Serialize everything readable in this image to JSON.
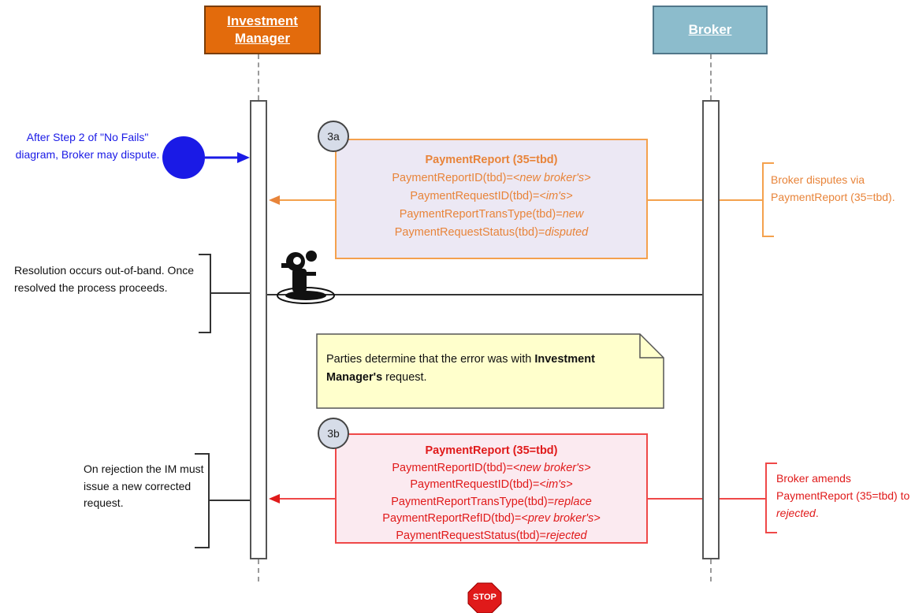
{
  "actors": {
    "investment_manager": "Investment Manager",
    "broker": "Broker"
  },
  "start_note": "After Step 2 of \"No Fails\" diagram, Broker may dispute.",
  "step_3a": {
    "label": "3a",
    "title": "PaymentReport (35=tbd)",
    "line1_prefix": "PaymentReportID(tbd)=",
    "line1_value": "<new broker's>",
    "line2_prefix": "PaymentRequestID(tbd)=",
    "line2_value": "<im's>",
    "line3_prefix": "PaymentReportTransType(tbd)=",
    "line3_value": "new",
    "line4_prefix": "PaymentRequestStatus(tbd)=",
    "line4_value": "disputed",
    "side_note": "Broker disputes via PaymentReport (35=tbd)."
  },
  "resolution_note": "Resolution occurs out-of-band.  Once resolved the process proceeds.",
  "determination_note": {
    "prefix": "Parties determine that the error was with ",
    "bold": "Investment Manager's",
    "suffix": " request."
  },
  "step_3b": {
    "label": "3b",
    "title": "PaymentReport (35=tbd)",
    "line1_prefix": "PaymentReportID(tbd)=",
    "line1_value": "<new broker's>",
    "line2_prefix": "PaymentRequestID(tbd)=",
    "line2_value": "<im's>",
    "line3_prefix": "PaymentReportTransType(tbd)=",
    "line3_value": "replace",
    "line4_prefix": "PaymentReportRefID(tbd)=",
    "line4_value": "<prev broker's>",
    "line5_prefix": "PaymentRequestStatus(tbd)=",
    "line5_value": "rejected",
    "side_note_prefix": "Broker amends PaymentReport (35=tbd) to ",
    "side_note_italic": "rejected",
    "side_note_suffix": "."
  },
  "rejection_note": "On rejection the IM must issue a new corrected request.",
  "stop_label": "STOP",
  "icons": [
    "start-circle-icon",
    "phone-person-icon",
    "stop-sign-icon"
  ],
  "colors": {
    "im_header": "#e36b0c",
    "broker_header": "#8cbccc",
    "orange": "#e8843a",
    "red": "#e01a1a",
    "blue": "#1a1ae6",
    "note_fill": "#ffffcc"
  }
}
